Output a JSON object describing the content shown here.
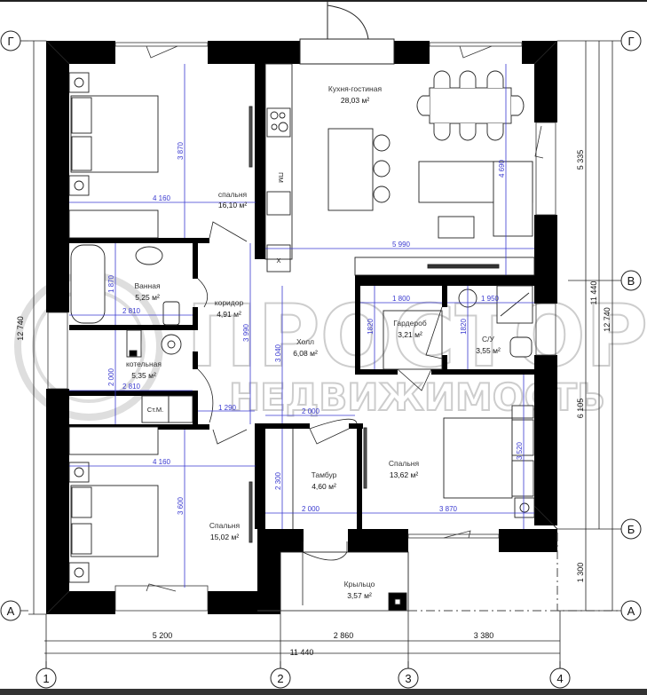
{
  "plan": {
    "axes": {
      "horizontal": [
        {
          "label": "Г",
          "side": "both"
        },
        {
          "label": "В",
          "side": "right"
        },
        {
          "label": "Б",
          "side": "right"
        },
        {
          "label": "А",
          "side": "both"
        }
      ],
      "vertical": [
        {
          "label": "1"
        },
        {
          "label": "2"
        },
        {
          "label": "3"
        },
        {
          "label": "4"
        }
      ]
    },
    "rooms": [
      {
        "name": "Кухня-гостиная",
        "area": "28,03 м²"
      },
      {
        "name": "спальня",
        "area": "16,10 м²"
      },
      {
        "name": "Ванная",
        "area": "5,25 м²"
      },
      {
        "name": "коридор",
        "area": "4,91 м²"
      },
      {
        "name": "котельная",
        "area": "5,35 м²"
      },
      {
        "name": "Холл",
        "area": "6,08 м²"
      },
      {
        "name": "Гардероб",
        "area": "3,21 м²"
      },
      {
        "name": "С/У",
        "area": "3,55 м²"
      },
      {
        "name": "Тамбур",
        "area": "4,60 м²"
      },
      {
        "name": "Спальня",
        "area": "13,62 м²"
      },
      {
        "name": "Спальня",
        "area": "15,02 м²"
      },
      {
        "name": "Крыльцо",
        "area": "3,57 м²"
      }
    ],
    "fixtures": {
      "washer": "Ст.М.",
      "dishwasher": "ПМ",
      "fridge": "Х"
    },
    "inner_dims": {
      "bed1_w": "4 160",
      "bed1_h": "3 870",
      "living_w": "5 990",
      "living_h": "4 690",
      "bath_w": "2 810",
      "bath_h": "1 870",
      "boiler_w": "2 810",
      "boiler_h": "2 000",
      "corridor_h": "3 990",
      "corridor_w": "1 290",
      "hall_h": "3 040",
      "hall_w": "2 000",
      "ward_w": "1 800",
      "ward_h": "1820",
      "wc_w": "1 950",
      "wc_h": "1820",
      "tambur_w": "2 000",
      "tambur_h": "2 300",
      "bed2_w": "3 870",
      "bed2_h": "3 520",
      "bed3_w": "4 160",
      "bed3_h": "3 600"
    },
    "outer_dims": {
      "bottom": [
        "5 200",
        "2 860",
        "3 380"
      ],
      "bottom_total": "11 440",
      "right": [
        "5 335",
        "6 105",
        "1 300"
      ],
      "right_mid": "11 440",
      "right_total": "12 740",
      "left_total": "12 740"
    },
    "watermark": {
      "line1": "ПРОСТОР",
      "line2": "НЕДВИЖИМОСТЬ"
    }
  }
}
